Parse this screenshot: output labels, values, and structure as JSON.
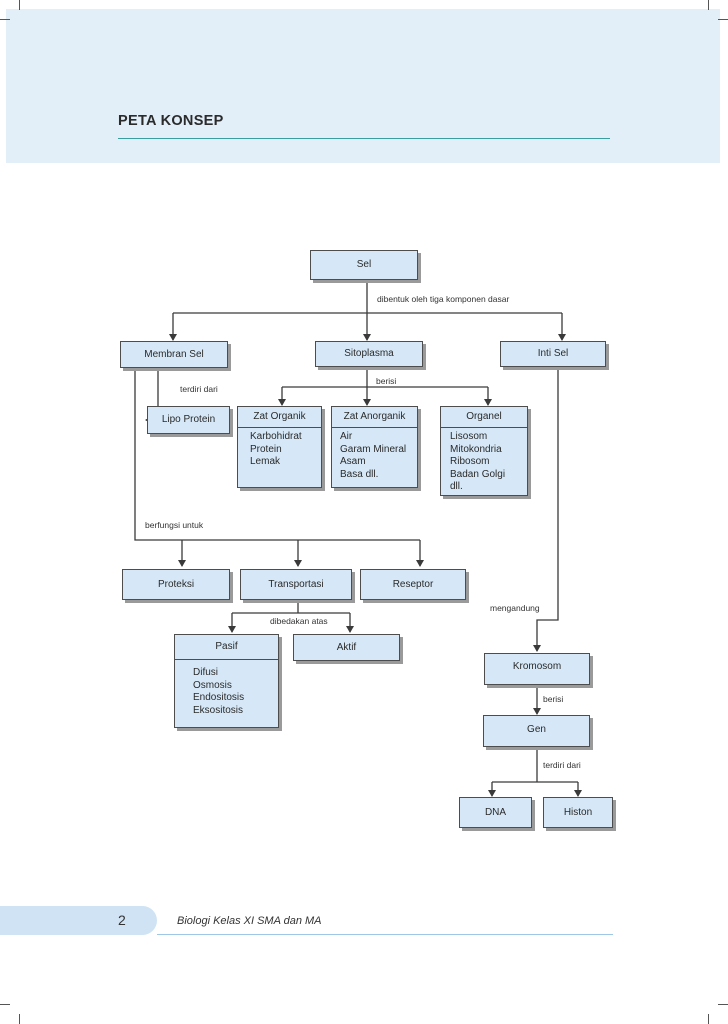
{
  "page": {
    "title": "PETA KONSEP",
    "page_number": "2",
    "footer_text": "Biologi Kelas XI SMA dan MA"
  },
  "nodes": {
    "sel": "Sel",
    "membran_sel": "Membran Sel",
    "sitoplasma": "Sitoplasma",
    "inti_sel": "Inti Sel",
    "lipo_protein": "Lipo Protein",
    "zat_organik": {
      "title": "Zat Organik",
      "items": [
        "Karbohidrat",
        "Protein",
        "Lemak"
      ]
    },
    "zat_anorganik": {
      "title": "Zat Anorganik",
      "items": [
        "Air",
        "Garam Mineral",
        "Asam",
        "Basa dll."
      ]
    },
    "organel": {
      "title": "Organel",
      "items": [
        "Lisosom",
        "Mitokondria",
        "Ribosom",
        "Badan Golgi",
        "dll."
      ]
    },
    "proteksi": "Proteksi",
    "transportasi": "Transportasi",
    "reseptor": "Reseptor",
    "pasif": {
      "title": "Pasif",
      "items": [
        "Difusi",
        "Osmosis",
        "Endositosis",
        "Eksositosis"
      ]
    },
    "aktif": "Aktif",
    "kromosom": "Kromosom",
    "gen": "Gen",
    "dna": "DNA",
    "histon": "Histon"
  },
  "links": {
    "dibentuk": "dibentuk oleh tiga komponen dasar",
    "terdiri_dari_1": "terdiri dari",
    "berisi_1": "berisi",
    "berfungsi_untuk": "berfungsi untuk",
    "dibedakan_atas": "dibedakan atas",
    "mengandung": "mengandung",
    "berisi_2": "berisi",
    "terdiri_dari_2": "terdiri dari"
  }
}
